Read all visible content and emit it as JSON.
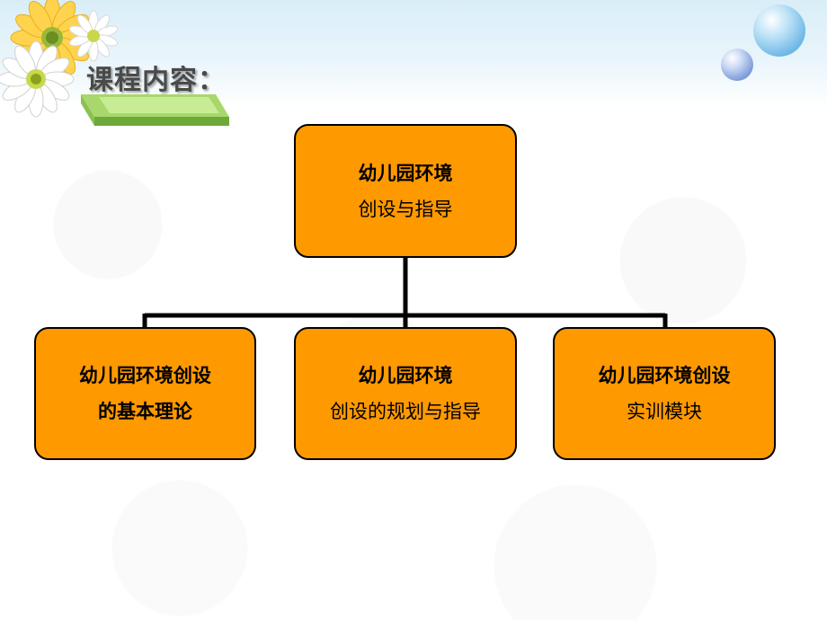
{
  "slide": {
    "title": "课程内容：",
    "colors": {
      "node_fill": "#ff9900",
      "border": "#000000",
      "connector": "#000000"
    },
    "decorations": [
      "daisy-flowers",
      "green-book",
      "blue-bubbles"
    ]
  },
  "org_chart": {
    "root": {
      "line1": "幼儿园环境",
      "line2": "创设与指导"
    },
    "children": [
      {
        "line1": "幼儿园环境创设",
        "line2": "的基本理论"
      },
      {
        "line1": "幼儿园环境",
        "line2": "创设的规划与指导"
      },
      {
        "line1": "幼儿园环境创设",
        "line2": "实训模块"
      }
    ]
  }
}
